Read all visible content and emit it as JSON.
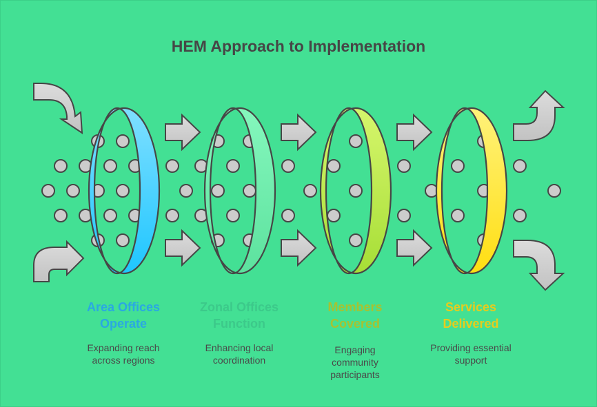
{
  "title": "HEM Approach to Implementation",
  "steps": [
    {
      "title_line1": "Area Offices",
      "title_line2": "Operate",
      "desc_line1": "Expanding reach",
      "desc_line2": "across regions",
      "desc_line3": "",
      "color": "#2aa8e2",
      "ring_top": "#7fdfff",
      "ring_bottom": "#1ec6ff"
    },
    {
      "title_line1": "Zonal Offices",
      "title_line2": "Function",
      "desc_line1": "Enhancing local",
      "desc_line2": "coordination",
      "desc_line3": "",
      "color": "#3cc98a",
      "ring_top": "#85f7bd",
      "ring_bottom": "#5ce29e"
    },
    {
      "title_line1": "Members",
      "title_line2": "Covered",
      "desc_line1": "Engaging",
      "desc_line2": "community",
      "desc_line3": "participants",
      "color": "#a6c232",
      "ring_top": "#d6f66c",
      "ring_bottom": "#a6de36"
    },
    {
      "title_line1": "Services",
      "title_line2": "Delivered",
      "desc_line1": "Providing essential",
      "desc_line2": "support",
      "desc_line3": "",
      "color": "#e6cc1e",
      "ring_top": "#fff27a",
      "ring_bottom": "#ffde12"
    }
  ],
  "colors": {
    "background": "#43e094",
    "dot": "#cccccc",
    "stroke": "#464646",
    "arrow": "#cfcfcf"
  }
}
